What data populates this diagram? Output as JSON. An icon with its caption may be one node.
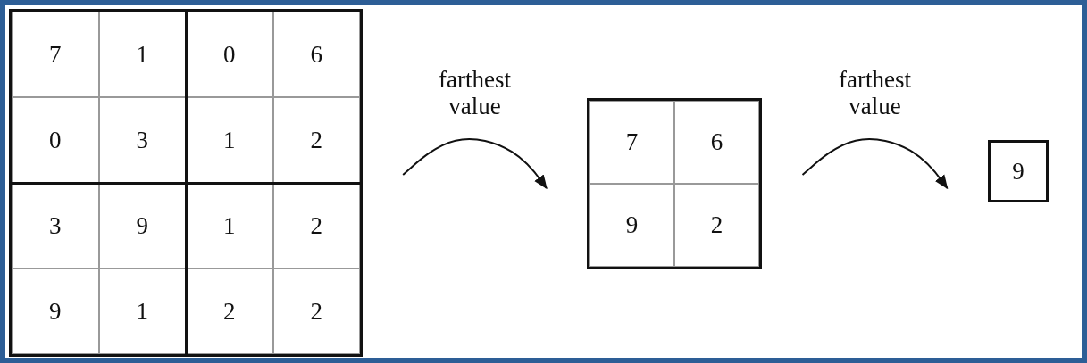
{
  "diagram": {
    "nodes": [
      {
        "text": [],
        "shape": "box"
      },
      {
        "text": [
          "7"
        ],
        "in": 0
      },
      {
        "text": [
          "1"
        ],
        "in": 0
      },
      {
        "text": [
          "0"
        ],
        "in": 0
      },
      {
        "text": [
          "6"
        ],
        "in": 0
      },
      {
        "text": [
          "0"
        ],
        "in": 0
      },
      {
        "text": [
          "3"
        ],
        "in": 0
      },
      {
        "text": [
          "1"
        ],
        "in": 0
      },
      {
        "text": [
          "2"
        ],
        "in": 0
      },
      {
        "text": [
          "3"
        ],
        "in": 0
      },
      {
        "text": [
          "9"
        ],
        "in": 0
      },
      {
        "text": [
          "1"
        ],
        "in": 0
      },
      {
        "text": [
          "2"
        ],
        "in": 0
      },
      {
        "text": [
          "9"
        ],
        "in": 0
      },
      {
        "text": [
          "1"
        ],
        "in": 0
      },
      {
        "text": [
          "2"
        ],
        "in": 0
      },
      {
        "text": [
          "2"
        ],
        "in": 0
      },
      {
        "text": [],
        "shape": "box"
      },
      {
        "text": [
          "7"
        ],
        "in": 17
      },
      {
        "text": [
          "6"
        ],
        "in": 17
      },
      {
        "text": [
          "9"
        ],
        "in": 17
      },
      {
        "text": [
          "2"
        ],
        "in": 17
      },
      {
        "text": [
          "9"
        ]
      }
    ],
    "edges": [
      {
        "from": 0,
        "to": 17,
        "arrow": "to",
        "label": "farthest value"
      },
      {
        "from": 17,
        "to": 22,
        "arrow": "to",
        "label": "farthest value"
      }
    ]
  }
}
